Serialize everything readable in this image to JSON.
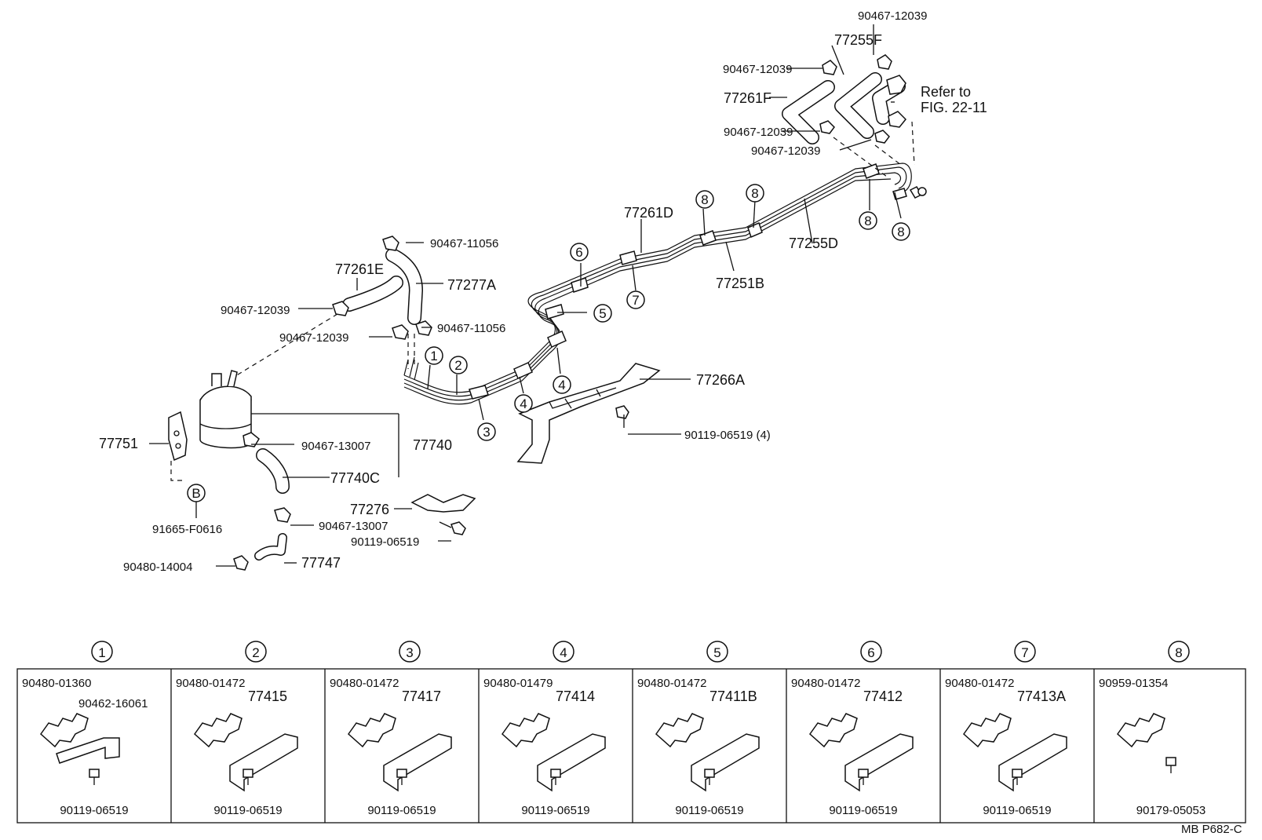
{
  "labels": {
    "p90467_12039_a": "90467-12039",
    "p77255F": "77255F",
    "p90467_12039_b": "90467-12039",
    "refer_line1": "Refer to",
    "refer_line2": "FIG. 22-11",
    "p77261F": "77261F",
    "p90467_12039_c": "90467-12039",
    "p90467_12039_d": "90467-12039",
    "p77261D": "77261D",
    "p77255D": "77255D",
    "p77251B": "77251B",
    "p90467_11056_a": "90467-11056",
    "p77261E": "77261E",
    "p77277A": "77277A",
    "p90467_12039_e": "90467-12039",
    "p90467_11056_b": "90467-11056",
    "p90467_12039_f": "90467-12039",
    "p77266A": "77266A",
    "p90119_06519_4": "90119-06519 (4)",
    "p77751": "77751",
    "p90467_13007_a": "90467-13007",
    "p77740": "77740",
    "p77740C": "77740C",
    "p91665_F0616": "91665-F0616",
    "p77276": "77276",
    "p90467_13007_b": "90467-13007",
    "p90119_06519_b": "90119-06519",
    "p90480_14004": "90480-14004",
    "p77747": "77747",
    "circle_B": "B",
    "ref_code": "MB P682-C"
  },
  "callouts": {
    "c1": "1",
    "c2": "2",
    "c3": "3",
    "c4a": "4",
    "c4b": "4",
    "c5": "5",
    "c6": "6",
    "c7": "7",
    "c8a": "8",
    "c8b": "8",
    "c8c": "8",
    "c8d": "8"
  },
  "panels": [
    {
      "num": "1",
      "top": "90480-01360",
      "mid": "90462-16061",
      "bracket": "",
      "bolt": "90119-06519"
    },
    {
      "num": "2",
      "top": "90480-01472",
      "mid": "",
      "bracket": "77415",
      "bolt": "90119-06519"
    },
    {
      "num": "3",
      "top": "90480-01472",
      "mid": "",
      "bracket": "77417",
      "bolt": "90119-06519"
    },
    {
      "num": "4",
      "top": "90480-01479",
      "mid": "",
      "bracket": "77414",
      "bolt": "90119-06519"
    },
    {
      "num": "5",
      "top": "90480-01472",
      "mid": "",
      "bracket": "77411B",
      "bolt": "90119-06519"
    },
    {
      "num": "6",
      "top": "90480-01472",
      "mid": "",
      "bracket": "77412",
      "bolt": "90119-06519"
    },
    {
      "num": "7",
      "top": "90480-01472",
      "mid": "",
      "bracket": "77413A",
      "bolt": "90119-06519"
    },
    {
      "num": "8",
      "top": "90959-01354",
      "mid": "",
      "bracket": "",
      "bolt": "90179-05053"
    }
  ],
  "colors": {
    "ink": "#111111",
    "paper": "#ffffff"
  }
}
